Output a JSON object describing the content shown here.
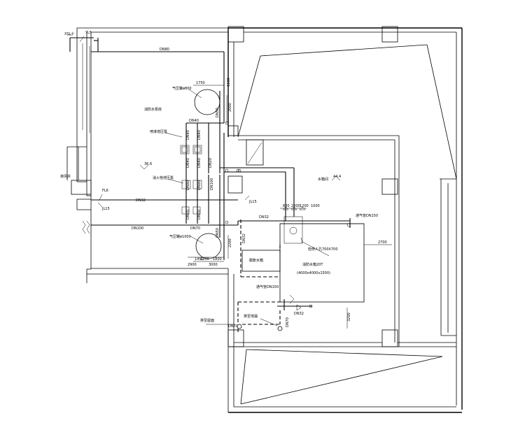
{
  "labels": {
    "xsl": "XSL十",
    "yl5": "YL5",
    "dn80": "DN80",
    "pressure_tank_top": "气压罐ø800",
    "fire_pump_room": "消防水泵房",
    "dn40_h": "DN40",
    "dn40_a": "DN40",
    "dn40_b": "DN40",
    "dn40_c": "DN40",
    "dn40_d": "DN40",
    "dn50_top": "DN50",
    "dn20": "DN20",
    "spray_booster_pump": "喷淋增压泵",
    "elev_36_6": "36.6",
    "exhaust_shaft": "排风井",
    "hydrant_booster_pump": "消火栓增压泵",
    "dn80_a": "DN80",
    "dn80_b": "DN80",
    "dn100_v": "DN100",
    "dn70_a": "DN70",
    "dn70_b": "DN70",
    "dn70_h": "DN70",
    "fl6": "FL6",
    "jl15_left": "JL15",
    "dn32_left": "DN32",
    "dn100_h": "DN100",
    "pressure_tank_bottom": "气压罐ø1000",
    "dn50_bottom": "DN50",
    "jl15_right": "JL15",
    "dn32_top": "DN32",
    "dn32_v": "DN32",
    "water_tank_room": "水箱间",
    "elev_44_4": "44.4",
    "vent_pipe_top": "通气管DN150",
    "manhole": "检修人孔700X700",
    "fire_tank_name": "消防水箱20T",
    "fire_tank_size": "(4000x4000x1500)",
    "expansion_tank": "膨胀水箱",
    "vent_pipe_bottom": "通气管DN150",
    "dn32_bottom": "DN32",
    "drain_roof": "排至屋面",
    "drain_floor_drain": "排至地漏",
    "dn70_bottom": "DN70",
    "dn70_v": "DN70"
  },
  "dims": {
    "d1750": "1750",
    "d2000": "2000",
    "d1450": "1450",
    "d3000": "3000",
    "d2200": "2200",
    "d1200": "1200",
    "d1800": "1800",
    "d800": "800",
    "d2000b": "2000",
    "d1200b": "1200",
    "d2700": "2700",
    "d2900": "2900",
    "d3200": "3200",
    "d1100": "1100",
    "d1000": "1000"
  }
}
